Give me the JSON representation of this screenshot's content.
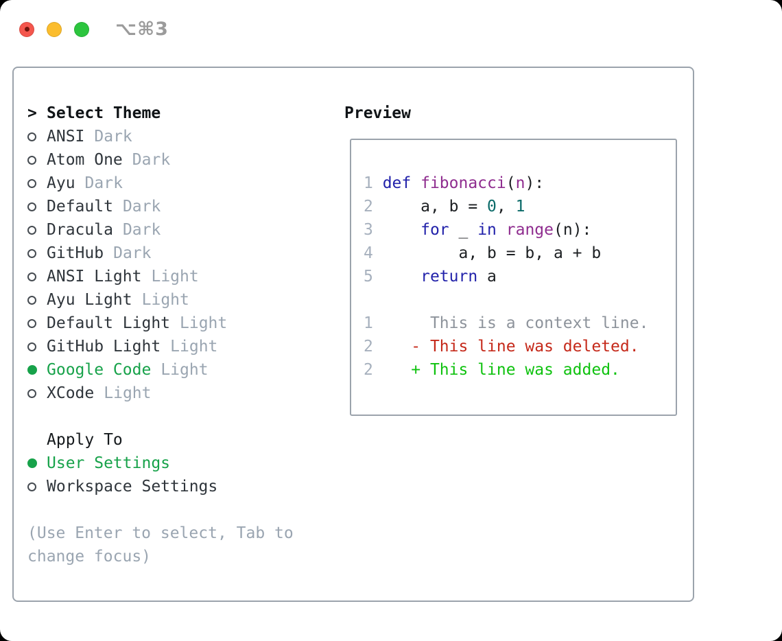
{
  "window": {
    "shortcut": "⌥⌘3"
  },
  "colors": {
    "selected_green": "#17a24a",
    "dim_gray": "#9aa5b1",
    "keyword_blue": "#2222aa",
    "type_purple": "#8f2d8f",
    "literal_teal": "#0a6a68",
    "deleted_red": "#c5291a",
    "added_green": "#0fc20f"
  },
  "theme_panel": {
    "caret": ">",
    "title": "Select Theme",
    "themes": [
      {
        "name": "ANSI",
        "variant": "Dark",
        "selected": false
      },
      {
        "name": "Atom One",
        "variant": "Dark",
        "selected": false
      },
      {
        "name": "Ayu",
        "variant": "Dark",
        "selected": false
      },
      {
        "name": "Default",
        "variant": "Dark",
        "selected": false
      },
      {
        "name": "Dracula",
        "variant": "Dark",
        "selected": false
      },
      {
        "name": "GitHub",
        "variant": "Dark",
        "selected": false
      },
      {
        "name": "ANSI Light",
        "variant": "Light",
        "selected": false
      },
      {
        "name": "Ayu Light",
        "variant": "Light",
        "selected": false
      },
      {
        "name": "Default Light",
        "variant": "Light",
        "selected": false
      },
      {
        "name": "GitHub Light",
        "variant": "Light",
        "selected": false
      },
      {
        "name": "Google Code",
        "variant": "Light",
        "selected": true
      },
      {
        "name": "XCode",
        "variant": "Light",
        "selected": false
      }
    ],
    "apply_to": {
      "title": "Apply To",
      "options": [
        {
          "label": "User Settings",
          "selected": true
        },
        {
          "label": "Workspace Settings",
          "selected": false
        }
      ]
    },
    "hint_lines": [
      "(Use Enter to select, Tab to",
      "change focus)"
    ]
  },
  "preview": {
    "title": "Preview",
    "lines": [
      {
        "num": "1",
        "tokens": [
          {
            "t": "def ",
            "c": "kwd"
          },
          {
            "t": "fibonacci",
            "c": "typ"
          },
          {
            "t": "(",
            "c": "pln"
          },
          {
            "t": "n",
            "c": "typ"
          },
          {
            "t": "):",
            "c": "pln"
          }
        ]
      },
      {
        "num": "2",
        "tokens": [
          {
            "t": "    a, b = ",
            "c": "pln"
          },
          {
            "t": "0",
            "c": "lit"
          },
          {
            "t": ", ",
            "c": "pln"
          },
          {
            "t": "1",
            "c": "lit"
          }
        ]
      },
      {
        "num": "3",
        "tokens": [
          {
            "t": "    ",
            "c": "pln"
          },
          {
            "t": "for",
            "c": "kwd"
          },
          {
            "t": " _ ",
            "c": "pln"
          },
          {
            "t": "in",
            "c": "kwd"
          },
          {
            "t": " ",
            "c": "pln"
          },
          {
            "t": "range",
            "c": "typ"
          },
          {
            "t": "(n):",
            "c": "pln"
          }
        ]
      },
      {
        "num": "4",
        "tokens": [
          {
            "t": "        a, b = b, a + b",
            "c": "pln"
          }
        ]
      },
      {
        "num": "5",
        "tokens": [
          {
            "t": "    ",
            "c": "pln"
          },
          {
            "t": "return",
            "c": "kwd"
          },
          {
            "t": " a",
            "c": "pln"
          }
        ]
      },
      {
        "num": "",
        "tokens": []
      },
      {
        "num": "1",
        "tokens": [
          {
            "t": "     This is a context line.",
            "c": "ctx"
          }
        ]
      },
      {
        "num": "2",
        "tokens": [
          {
            "t": "   ",
            "c": "pln"
          },
          {
            "t": "- This line was deleted.",
            "c": "del"
          }
        ]
      },
      {
        "num": "2",
        "tokens": [
          {
            "t": "   ",
            "c": "pln"
          },
          {
            "t": "+ This line was added.",
            "c": "add"
          }
        ]
      }
    ]
  }
}
